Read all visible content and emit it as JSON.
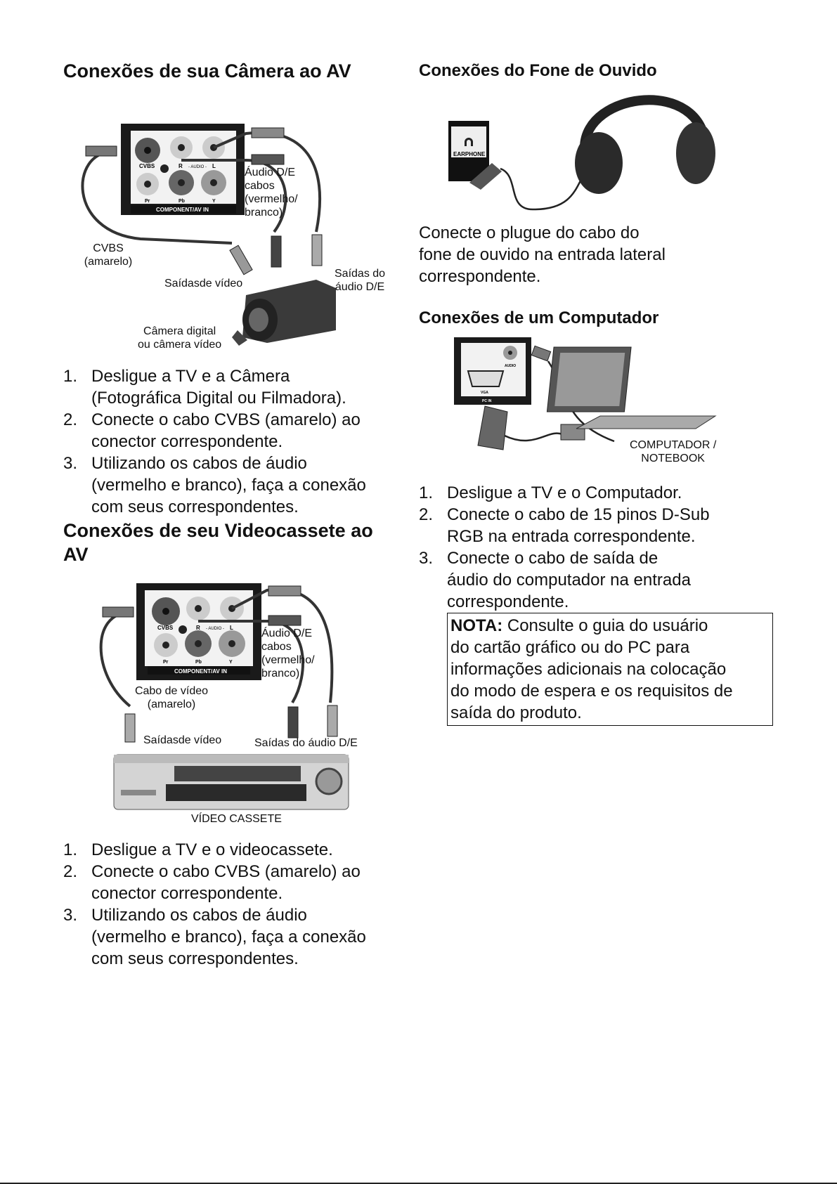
{
  "left": {
    "camera": {
      "title": "Conexões de sua Câmera ao AV",
      "labels": {
        "audio_cables": [
          "Áudio D/E",
          "cabos",
          "(vermelho/",
          "branco)"
        ],
        "cvbs": [
          "CVBS",
          "(amarelo)"
        ],
        "video_out": "Saídasde vídeo",
        "audio_out": [
          "Saídas do",
          "áudio D/E"
        ],
        "camera": [
          "Câmera digital",
          "ou câmera vídeo"
        ]
      },
      "panel": {
        "cvbs": "CVBS",
        "r": "R",
        "audio": "- AUDIO -",
        "l": "L",
        "pr": "Pr",
        "pb": "Pb",
        "y": "Y",
        "footer": "COMPONENT/AV IN"
      },
      "steps": [
        {
          "num": "1.",
          "lines": [
            "Desligue a TV e a Câmera",
            "(Fotográfica Digital ou Filmadora)."
          ]
        },
        {
          "num": "2.",
          "lines": [
            "Conecte o cabo CVBS (amarelo) ao",
            "conector correspondente."
          ]
        },
        {
          "num": "3.",
          "lines": [
            "Utilizando os cabos de áudio",
            "(vermelho e branco), faça a conexão",
            "com seus correspondentes."
          ]
        }
      ]
    },
    "vcr": {
      "title_lines": [
        "Conexões de seu Videocassete ao",
        "AV"
      ],
      "labels": {
        "audio_cables": [
          "Áudio D/E",
          "cabos",
          "(vermelho/",
          "branco)"
        ],
        "video_cable": [
          "Cabo de vídeo",
          "(amarelo)"
        ],
        "video_out": "Saídasde vídeo",
        "audio_out": "Saídas do áudio D/E",
        "device": "VÍDEO CASSETE"
      },
      "steps": [
        {
          "num": "1.",
          "lines": [
            "Desligue a TV e o videocassete."
          ]
        },
        {
          "num": "2.",
          "lines": [
            "Conecte o cabo CVBS (amarelo) ao",
            "conector correspondente."
          ]
        },
        {
          "num": "3.",
          "lines": [
            "Utilizando os cabos de áudio",
            "(vermelho e branco), faça a conexão",
            "com seus correspondentes."
          ]
        }
      ]
    }
  },
  "right": {
    "headphone": {
      "title": "Conexões do Fone de Ouvido",
      "jack_label": "EARPHONE",
      "text_lines": [
        "Conecte o plugue do cabo do",
        "fone de ouvido na entrada lateral",
        "correspondente."
      ]
    },
    "computer": {
      "title": "Conexões de um Computador",
      "panel": {
        "audio": "AUDIO",
        "vga": "VGA",
        "footer": "PC IN"
      },
      "device_label": [
        "COMPUTADOR /",
        "NOTEBOOK"
      ],
      "steps": [
        {
          "num": "1.",
          "lines": [
            "Desligue a TV e o Computador."
          ]
        },
        {
          "num": "2.",
          "lines": [
            "Conecte o cabo de 15 pinos D-Sub",
            "RGB na entrada correspondente."
          ]
        },
        {
          "num": "3.",
          "lines": [
            "Conecte o cabo de saída de",
            "áudio do computador na entrada",
            "correspondente."
          ]
        }
      ],
      "note": {
        "label": "NOTA:",
        "lines": [
          " Consulte o guia do usuário",
          "do cartão gráfico ou do PC para",
          "informações adicionais na colocação",
          "do modo de espera e os requisitos de",
          "saída do produto."
        ]
      }
    }
  }
}
